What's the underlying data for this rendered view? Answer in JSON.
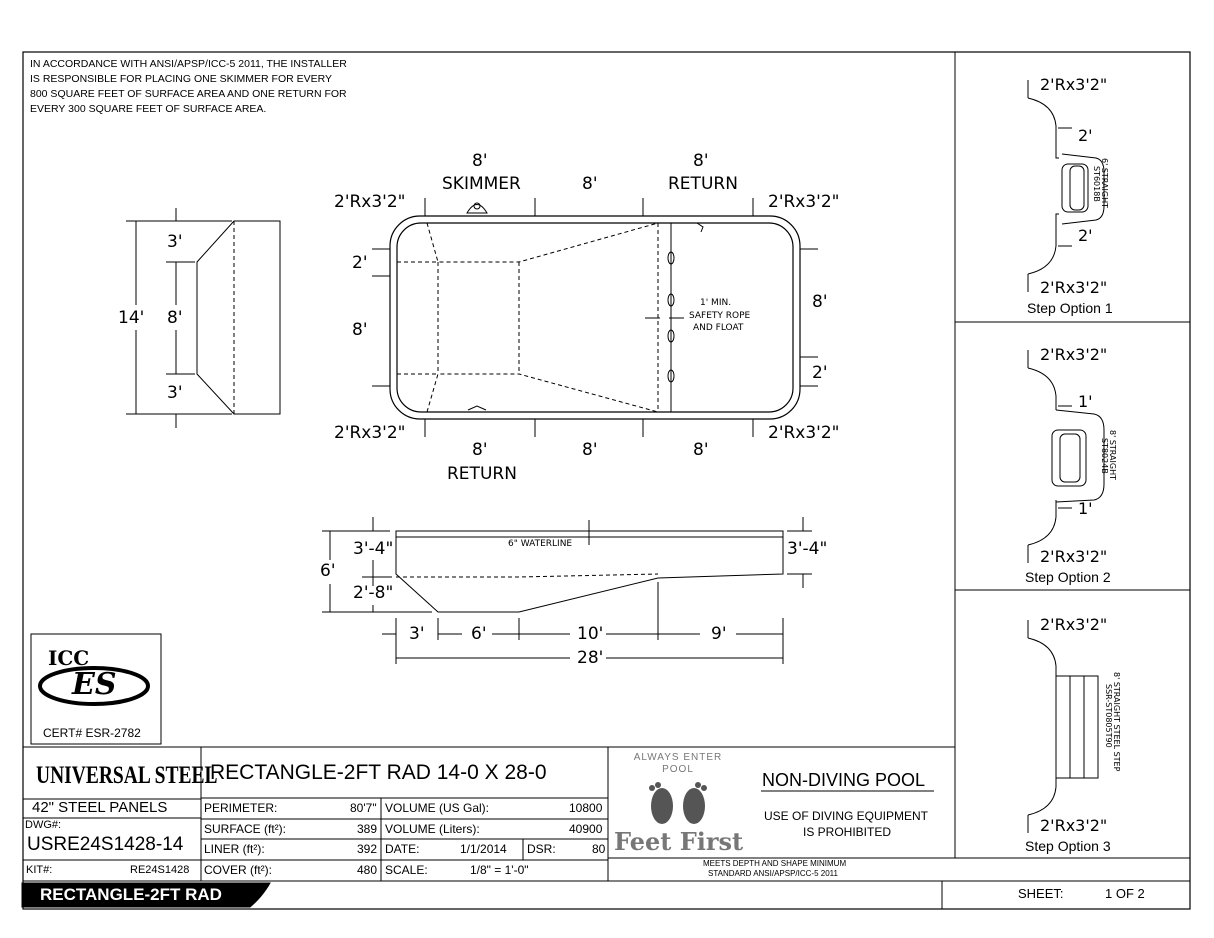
{
  "note": "IN ACCORDANCE WITH ANSI/APSP/ICC-5 2011, THE INSTALLER IS RESPONSIBLE FOR PLACING ONE SKIMMER FOR EVERY 800 SQUARE FEET OF SURFACE AREA AND ONE RETURN FOR EVERY 300 SQUARE FEET OF SURFACE AREA.",
  "end_view": {
    "top": "3'",
    "mid": "8'",
    "bottom": "3'",
    "overall": "14'"
  },
  "plan_view": {
    "top_left_dim": "8'",
    "skimmer": "SKIMMER",
    "top_mid_dim": "8'",
    "top_right_dim": "8'",
    "return_top": "RETURN",
    "corner": "2'Rx3'2\"",
    "left_upper": "2'",
    "left_lower": "8'",
    "right_upper": "8'",
    "right_lower": "2'",
    "bottom_left_dim": "8'",
    "bottom_mid_dim": "8'",
    "bottom_right_dim": "8'",
    "return_bottom": "RETURN",
    "rope_line1": "1' MIN.",
    "rope_line2": "SAFETY ROPE",
    "rope_line3": "AND FLOAT"
  },
  "section_view": {
    "depth_left_top": "3'-4\"",
    "depth_overall": "6'",
    "depth_left_bottom": "2'-8\"",
    "depth_right": "3'-4\"",
    "waterline": "6\" WATERLINE",
    "seg1": "3'",
    "seg2": "6'",
    "seg3": "10'",
    "seg4": "9'",
    "overall": "28'"
  },
  "icc": {
    "brand_top": "ICC",
    "brand_es": "ES",
    "cert": "CERT# ESR-2782"
  },
  "steps": [
    {
      "top": "2'Rx3'2\"",
      "dim1": "2'",
      "dim2": "2'",
      "bottom": "2'Rx3'2\"",
      "label_line1": "6' STRAIGHT",
      "label_line2": "ST6018B",
      "caption": "Step Option 1"
    },
    {
      "top": "2'Rx3'2\"",
      "dim1": "1'",
      "dim2": "1'",
      "bottom": "2'Rx3'2\"",
      "label_line1": "8' STRAIGHT",
      "label_line2": "ST8024B",
      "caption": "Step Option 2"
    },
    {
      "top": "2'Rx3'2\"",
      "bottom": "2'Rx3'2\"",
      "label_line1": "8' STRAIGHT STEEL STEP",
      "label_line2": "SSR-ST0805T90",
      "caption": "Step Option 3"
    }
  ],
  "title_block": {
    "brand": "UNIVERSAL STEEL",
    "panels": "42\"  STEEL PANELS",
    "dwg_label": "DWG#:",
    "dwg": "USRE24S1428-14",
    "kit_label": "KIT#:",
    "kit": "RE24S1428",
    "badge": "RECTANGLE-2FT RAD",
    "title": "RECTANGLE-2FT RAD 14-0 X 28-0",
    "perimeter_label": "PERIMETER:",
    "perimeter": "80'7\"",
    "surface_label": "SURFACE (ft²):",
    "surface": "389",
    "liner_label": "LINER (ft²):",
    "liner": "392",
    "cover_label": "COVER (ft²):",
    "cover": "480",
    "volume_gal_label": "VOLUME (US Gal):",
    "volume_gal": "10800",
    "volume_l_label": "VOLUME (Liters):",
    "volume_l": "40900",
    "date_label": "DATE:",
    "date": "1/1/2014",
    "dsr_label": "DSR:",
    "dsr": "80",
    "scale_label": "SCALE:",
    "scale": "1/8\" = 1'-0\"",
    "logo_arc": "ALWAYS ENTER POOL",
    "logo_text": "Feet First",
    "non_diving": "NON-DIVING POOL",
    "warning_line1": "USE OF DIVING EQUIPMENT",
    "warning_line2": "IS PROHIBITED",
    "standard_line1": "MEETS DEPTH AND SHAPE MINIMUM",
    "standard_line2": "STANDARD ANSI/APSP/ICC-5 2011",
    "sheet_label": "SHEET:",
    "sheet": "1 OF 2"
  }
}
